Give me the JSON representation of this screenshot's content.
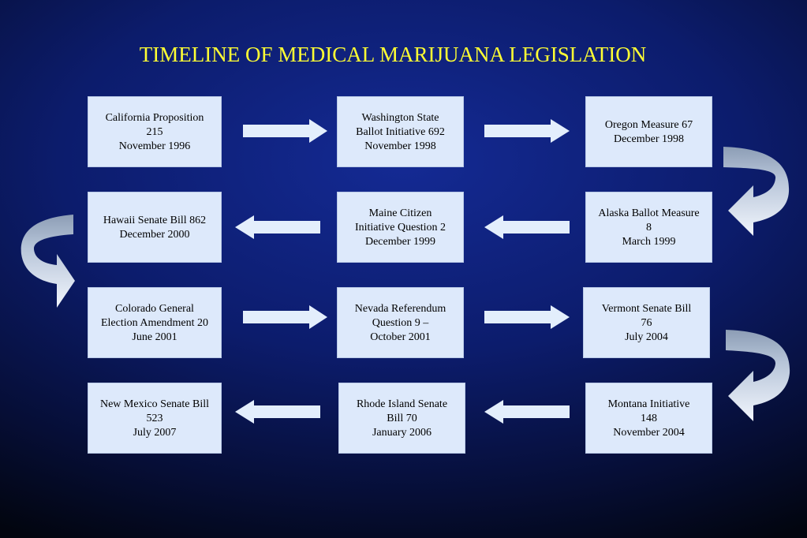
{
  "title": "TIMELINE OF MEDICAL MARIJUANA LEGISLATION",
  "colors": {
    "title": "#ffff33",
    "box_fill": "#dde9fb",
    "arrow_fill": "#e3eefc",
    "curved_arrow_fill": "#a9b9ce"
  },
  "events": [
    {
      "id": "california",
      "lines": [
        "California Proposition",
        "215",
        "November 1996"
      ]
    },
    {
      "id": "washington",
      "lines": [
        "Washington State",
        "Ballot Initiative 692",
        "November 1998"
      ]
    },
    {
      "id": "oregon",
      "lines": [
        "Oregon Measure 67",
        "December 1998"
      ]
    },
    {
      "id": "alaska",
      "lines": [
        "Alaska Ballot Measure",
        "8",
        "March 1999"
      ]
    },
    {
      "id": "maine",
      "lines": [
        "Maine Citizen",
        "Initiative Question 2",
        "December 1999"
      ]
    },
    {
      "id": "hawaii",
      "lines": [
        "Hawaii Senate Bill 862",
        "December 2000"
      ]
    },
    {
      "id": "colorado",
      "lines": [
        "Colorado General",
        "Election Amendment 20",
        "June 2001"
      ]
    },
    {
      "id": "nevada",
      "lines": [
        "Nevada Referendum",
        "Question 9 –",
        "October 2001"
      ]
    },
    {
      "id": "vermont",
      "lines": [
        "Vermont Senate Bill",
        "76",
        "July 2004"
      ]
    },
    {
      "id": "montana",
      "lines": [
        "Montana Initiative",
        "148",
        "November 2004"
      ]
    },
    {
      "id": "rhode-island",
      "lines": [
        "Rhode Island Senate",
        "Bill 70",
        "January 2006"
      ]
    },
    {
      "id": "new-mexico",
      "lines": [
        "New Mexico Senate Bill",
        "523",
        "July 2007"
      ]
    }
  ]
}
